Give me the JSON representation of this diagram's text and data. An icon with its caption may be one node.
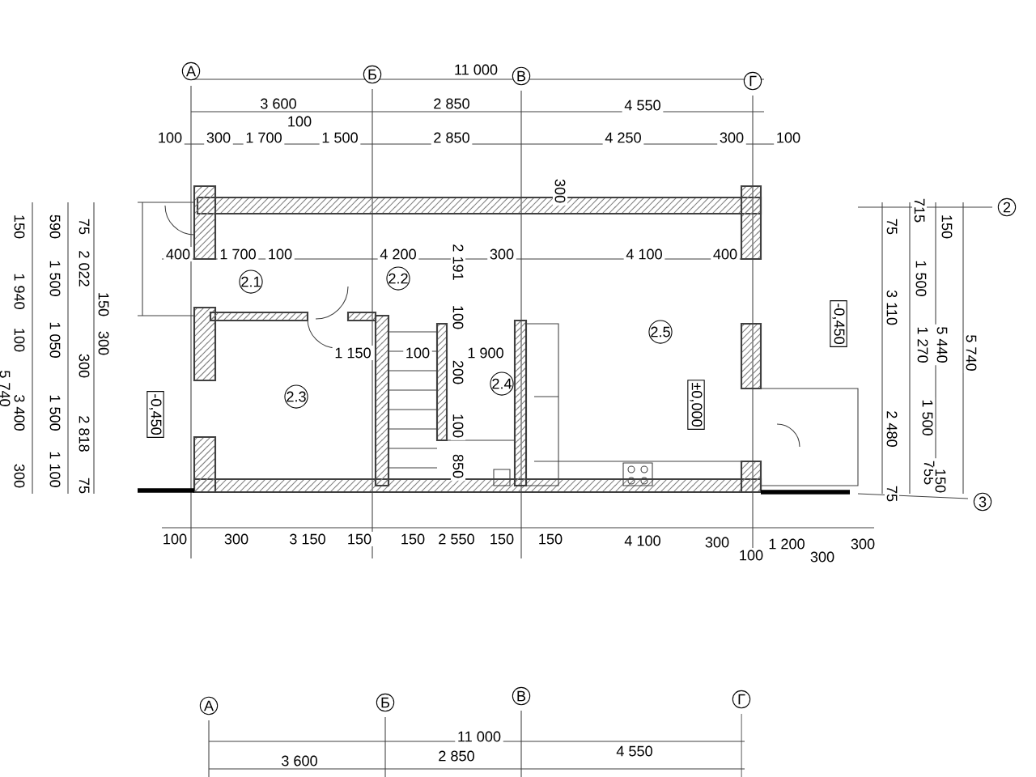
{
  "diagram": {
    "nodes": [
      {
        "text": [
          "А"
        ]
      },
      {
        "text": [
          "Б"
        ]
      },
      {
        "text": [
          "В"
        ]
      },
      {
        "text": [
          "Г"
        ]
      },
      {
        "text": [
          "2"
        ]
      },
      {
        "text": [
          "3"
        ]
      },
      {
        "text": [
          "2.1"
        ]
      },
      {
        "text": [
          "2.2"
        ]
      },
      {
        "text": [
          "2.3"
        ]
      },
      {
        "text": [
          "2.4"
        ]
      },
      {
        "text": [
          "2.5"
        ]
      },
      {
        "text": [
          "А"
        ]
      },
      {
        "text": [
          "Б"
        ]
      },
      {
        "text": [
          "В"
        ]
      },
      {
        "text": [
          "Г"
        ]
      }
    ],
    "labels": [
      "11 000",
      "3 600",
      "2 850",
      "4 550",
      "100",
      "100",
      "300",
      "1 700",
      "1 500",
      "2 850",
      "4 250",
      "300",
      "100",
      "300",
      "400",
      "1 700",
      "100",
      "4 200",
      "2 191",
      "300",
      "4 100",
      "400",
      "150",
      "590",
      "75",
      "2 022",
      "1 940",
      "1 500",
      "150",
      "100",
      "1 050",
      "300",
      "300",
      "5 740",
      "3 400",
      "1 500",
      "2 818",
      "-0,450",
      "300",
      "1 100",
      "75",
      "1 150",
      "100",
      "1 900",
      "100",
      "200",
      "100",
      "850",
      "±0,000",
      "-0,450",
      "715",
      "75",
      "150",
      "1 500",
      "3 110",
      "1 270",
      "5 440",
      "5 740",
      "2 480",
      "1 500",
      "755",
      "150",
      "75",
      "100",
      "300",
      "3 150",
      "150",
      "150",
      "2 550",
      "150",
      "150",
      "4 100",
      "300",
      "100",
      "1 200",
      "300",
      "300",
      "11 000",
      "3 600",
      "2 850",
      "4 550"
    ]
  }
}
